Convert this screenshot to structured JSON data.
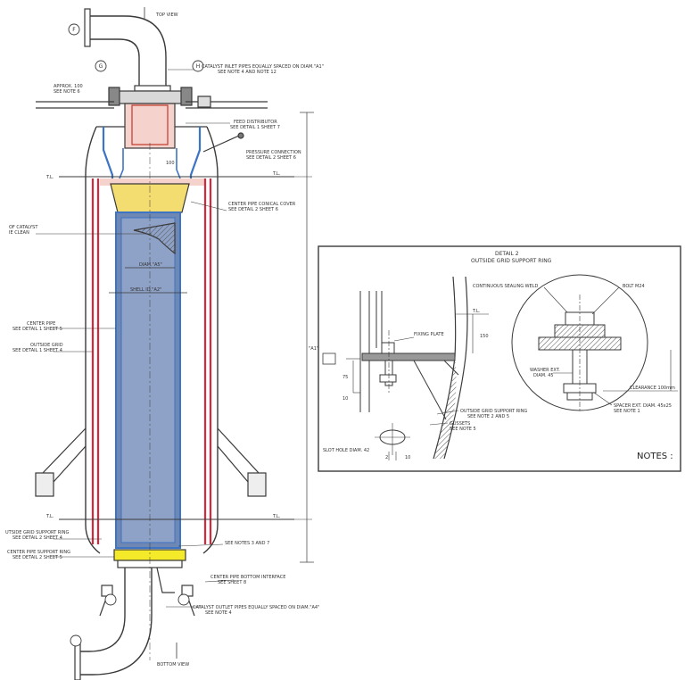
{
  "main_view": {
    "top_view": "TOP VIEW",
    "bottom_view": "BOTTOM VIEW",
    "approx": "APPROX. 100",
    "see_note_6": "SEE NOTE 6",
    "inlet_pipes": "CATALYST INLET PIPES EQUALLY SPACED ON DIAM.\"A1\"",
    "inlet_pipes_note": "SEE NOTE 4 AND NOTE 12",
    "feed_distributor": "FEED DISTRIBUTOR",
    "feed_distributor_detail": "SEE DETAIL 1 SHEET 7",
    "pressure_connection": "PRESSURE CONNECTION",
    "pressure_connection_detail": "SEE DETAIL 2 SHEET 6",
    "tl_top_left": "T.L.",
    "tl_top_right": "T.L.",
    "center_pipe_conical": "CENTER PIPE CONICAL COVER",
    "center_pipe_conical_detail": "SEE DETAIL 2 SHEET 6",
    "top_of_catalyst": "OF CATALYST",
    "top_of_catalyst_2": "IE CLEAN",
    "diam_a5": "DIAM.\"A5\"",
    "shell_id_a2": "SHELL ID.\"A2\"",
    "center_pipe": "CENTER PIPE",
    "center_pipe_detail": "SEE DETAIL 1 SHEET 5",
    "outside_grid": "OUTSIDE GRID",
    "outside_grid_detail": "SEE DETAIL 1 SHEET 4",
    "dim_a1": "\"A1\"",
    "tl_bottom_left": "T.L.",
    "tl_bottom_right": "T.L.",
    "outside_grid_support_ring": "UTSIDE GRID SUPPORT RING",
    "outside_grid_support_ring_detail": "SEE DETAIL 2 SHEET 4",
    "center_pipe_support_ring": "CENTER PIPE SUPPORT RING",
    "center_pipe_support_ring_detail": "SEE DETAIL 2 SHEET 5",
    "see_notes_3_and_7": "SEE NOTES 3 AND 7",
    "center_pipe_bottom": "CENTER PIPE BOTTOM INTERFACE",
    "center_pipe_bottom_detail": "SEE SHEET 8",
    "outlet_pipes": "CATALYST OUTLET PIPES EQUALLY SPACED ON DIAM.\"A4\"",
    "outlet_pipes_note": "SEE NOTE 4",
    "dim_100": "100",
    "nozzle_f": "F",
    "nozzle_g": "G",
    "nozzle_h": "H"
  },
  "detail": {
    "title": "DETAIL 2",
    "subtitle": "OUTSIDE GRID SUPPORT RING",
    "continuous_weld": "CONTINUOUS SEALING WELD",
    "bolt": "BOLT M24",
    "fixing_plate": "FIXING PLATE",
    "tl": "T.L.",
    "dim_150": "150",
    "washer": "WASHER EXT.",
    "washer_diam": "DIAM. 45",
    "clearance": "CLEARANCE 100mm",
    "spacer": "SPACER EXT. DIAM. 45x25",
    "spacer_note": "SEE NOTE 1",
    "outside_grid_support_ring": "OUTSIDE GRID SUPPORT RING",
    "outside_grid_support_ring_note": "SEE NOTE 2 AND 5",
    "gussets": "GUSSETS",
    "gussets_note": "SEE NOTE 5",
    "slot_hole": "SLOT HOLE DIAM. 42",
    "dim_2": "2",
    "dim_10": "10",
    "dim_75": "75",
    "dim_10b": "10",
    "notes": "NOTES :"
  },
  "colors": {
    "line": "#3a3a3a",
    "blue_pipe": "#3d74c4",
    "red_grid": "#d6283a",
    "center_fill": "#6f87b3",
    "yellow_cone": "#f4dd70",
    "pink_top": "#f6d2cc",
    "yellow_ring": "#f5ea2a"
  }
}
